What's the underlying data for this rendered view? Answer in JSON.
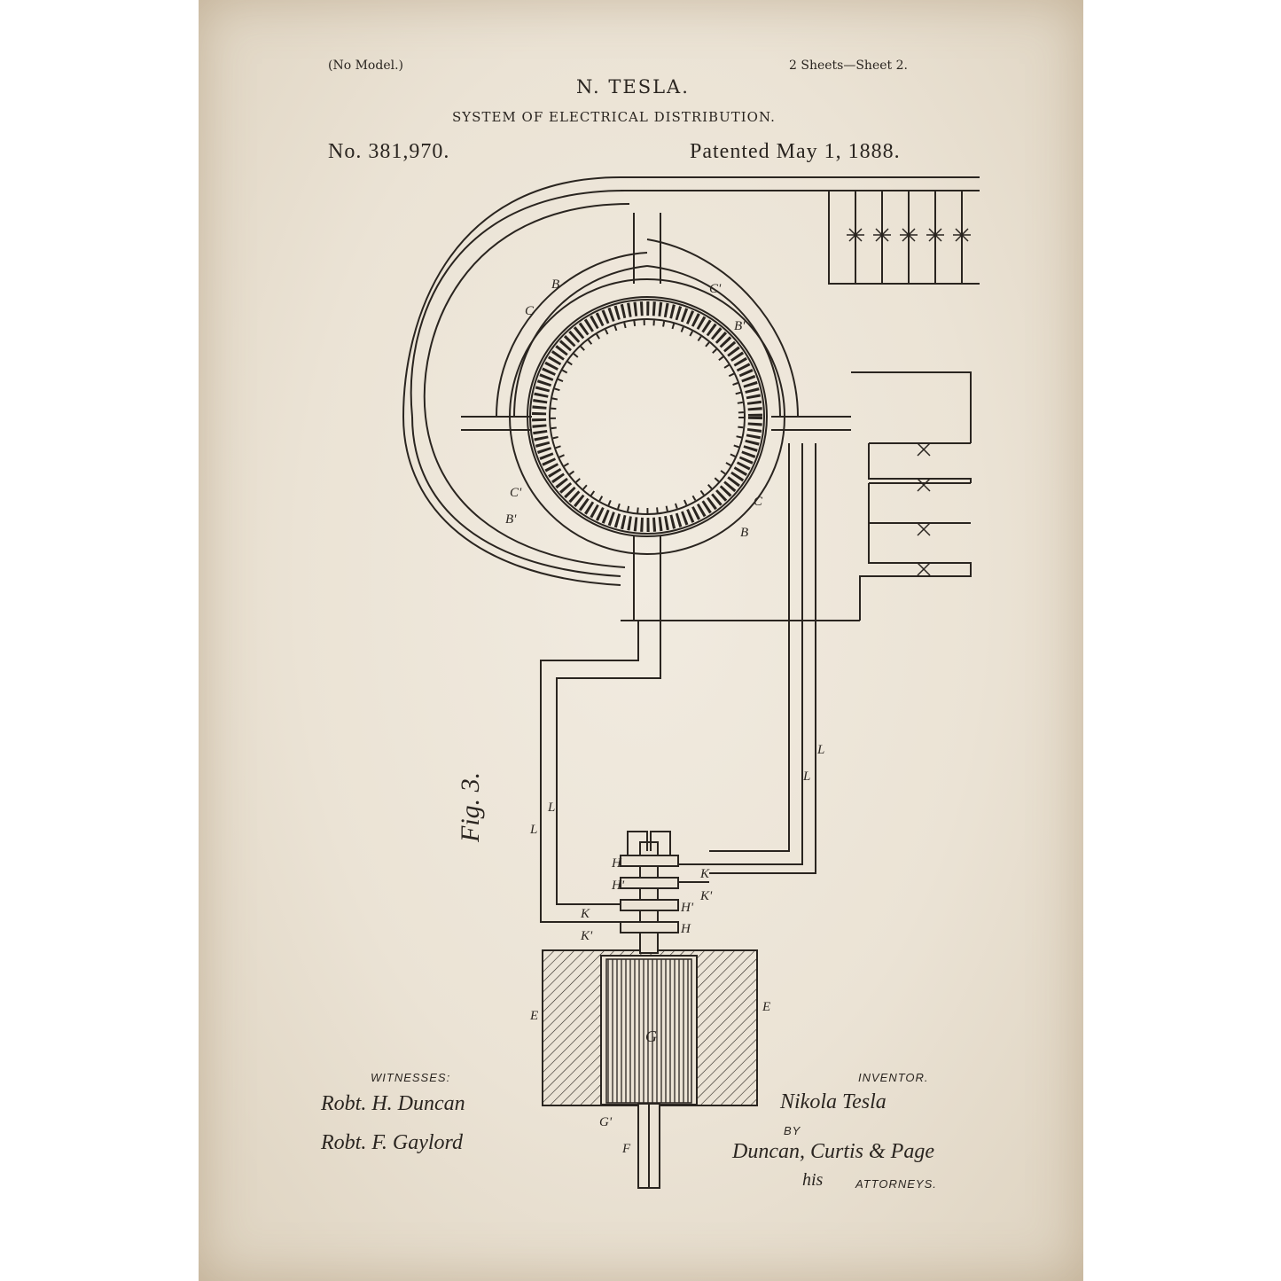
{
  "header": {
    "model_note": "(No Model.)",
    "sheets": "2 Sheets—Sheet 2.",
    "inventor_name": "N. TESLA.",
    "title": "SYSTEM OF ELECTRICAL DISTRIBUTION.",
    "patent_no": "No. 381,970.",
    "patent_date": "Patented May 1, 1888."
  },
  "figure": {
    "label": "Fig. 3.",
    "part_labels": {
      "C": "C",
      "B": "B",
      "C1": "C'",
      "B1": "B'",
      "B2": "B'",
      "C2": "C'",
      "B3": "B",
      "C3": "C",
      "L1": "L",
      "L2": "L",
      "L3": "L",
      "L4": "L",
      "H1": "H",
      "H2": "H'",
      "H3": "H",
      "H4": "H'",
      "K1": "K",
      "K2": "K'",
      "K3": "K",
      "K4": "K'",
      "E1": "E",
      "E2": "E",
      "G": "G",
      "G1": "G'",
      "F": "F"
    }
  },
  "footer": {
    "witnesses_label": "WITNESSES:",
    "witness1": "Robt. H. Duncan",
    "witness2": "Robt. F. Gaylord",
    "inventor_label": "INVENTOR.",
    "inventor_signature": "Nikola Tesla",
    "by_label": "BY",
    "attorneys_signature": "Duncan, Curtis & Page",
    "his_label": "his",
    "attorneys_label": "ATTORNEYS."
  }
}
